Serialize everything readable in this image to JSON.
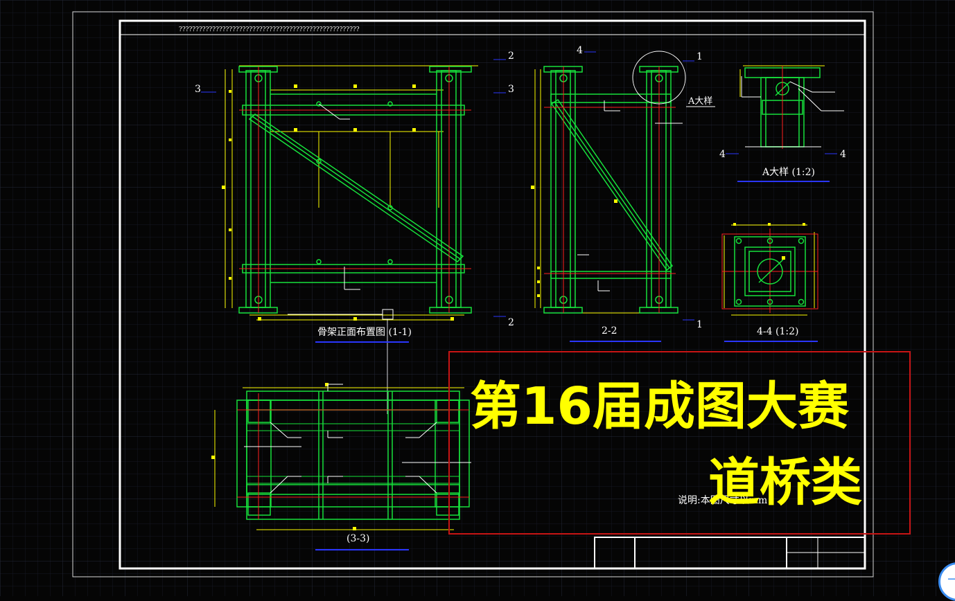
{
  "drawing": {
    "header_text": "??????????????????????????????????????????????????????",
    "section_marks": {
      "m1": "1",
      "m2": "2",
      "m3": "3",
      "m4": "4"
    },
    "callout_detail": "A大样",
    "captions": {
      "front": "骨架正面布置图 (1-1)",
      "side": "2-2",
      "detail_a": "A大样 (1:2)",
      "detail_4": "4-4 (1:2)",
      "plan": "(3-3)"
    },
    "note": "说明:本图尺寸以mm"
  },
  "banner": {
    "line1": "第16届成图大赛",
    "line2": "道桥类"
  },
  "colors": {
    "background": "#050505",
    "grid": "#1c2030",
    "frame": "#ffffff",
    "steel_green": "#17e23c",
    "centerline_red": "#ff2020",
    "dimension_yellow": "#ffff00",
    "banner_yellow": "#ffff00",
    "banner_box": "#c81414",
    "underline_blue": "#2a36ff"
  },
  "widget": {
    "icon": "minus-icon"
  }
}
